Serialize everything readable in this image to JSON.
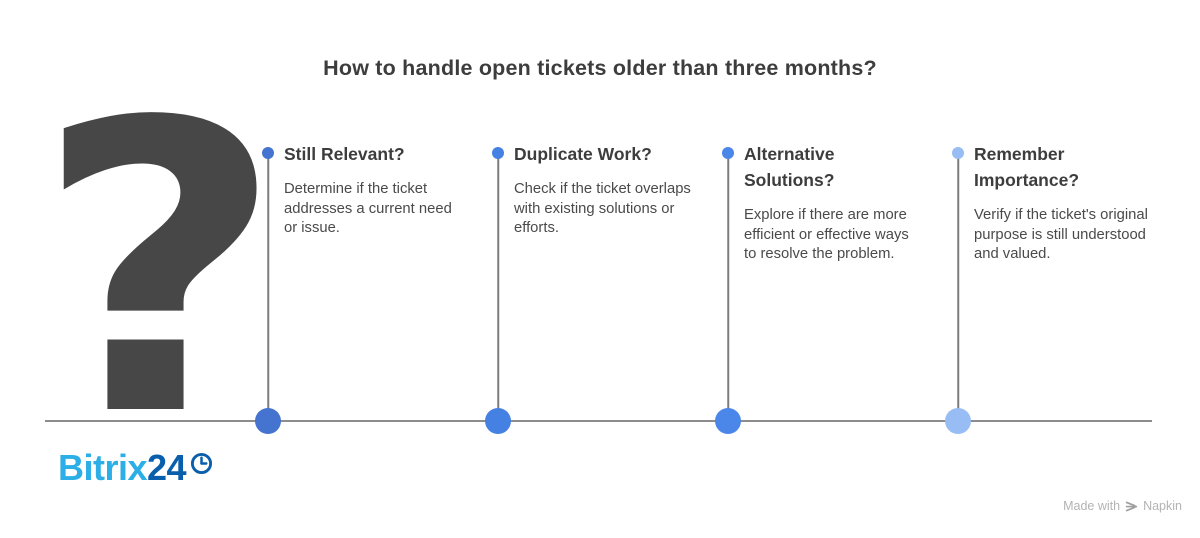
{
  "title": "How to handle open tickets older than three months?",
  "decor": {
    "question_mark": "?",
    "question_mark_color": "#474747",
    "line_color": "#8c8c8c"
  },
  "steps": [
    {
      "title": "Still Relevant?",
      "description": "Determine if the ticket addresses a current need or issue.",
      "color": "#4474CF"
    },
    {
      "title": "Duplicate Work?",
      "description": "Check if the ticket overlaps with existing solutions or efforts.",
      "color": "#4581E3"
    },
    {
      "title": "Alternative Solutions?",
      "description": "Explore if there are more efficient or effective ways to resolve the problem.",
      "color": "#4B87E9"
    },
    {
      "title": "Remember Importance?",
      "description": "Verify if the ticket's original purpose is still understood and valued.",
      "color": "#98BDF4"
    }
  ],
  "branding": {
    "name_part1": "Bitrix",
    "name_part2": "24",
    "part1_color": "#2CAEE6",
    "part2_color": "#0A5FAD",
    "clock_icon": "clock-icon"
  },
  "footer": {
    "made_with": "Made with",
    "brand": "Napkin",
    "napkin_icon": "napkin-logo-icon",
    "text_color": "#b3b3b3"
  }
}
